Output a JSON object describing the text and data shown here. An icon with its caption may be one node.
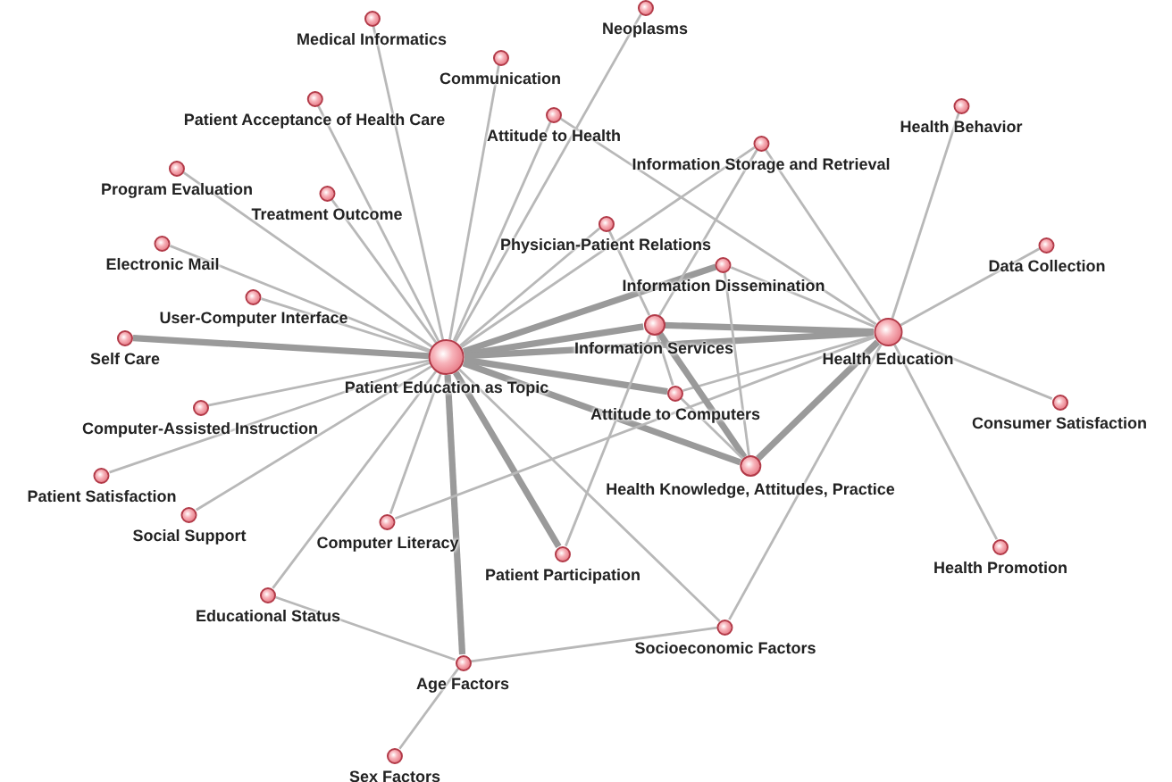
{
  "diagram": {
    "nodes": [
      {
        "text": [
          "Neoplasms"
        ]
      },
      {
        "text": [
          "Medical Informatics"
        ]
      },
      {
        "text": [
          "Communication"
        ]
      },
      {
        "text": [
          "Patient Acceptance of Health Care"
        ]
      },
      {
        "text": [
          "Health Behavior"
        ]
      },
      {
        "text": [
          "Attitude to Health"
        ]
      },
      {
        "text": [
          "Information Storage and Retrieval"
        ]
      },
      {
        "text": [
          "Program Evaluation"
        ]
      },
      {
        "text": [
          "Treatment Outcome"
        ]
      },
      {
        "text": [
          "Physician-Patient Relations"
        ]
      },
      {
        "text": [
          "Electronic Mail"
        ]
      },
      {
        "text": [
          "Data Collection"
        ]
      },
      {
        "text": [
          "Information Dissemination"
        ]
      },
      {
        "text": [
          "User-Computer Interface"
        ]
      },
      {
        "text": [
          "Information Services"
        ]
      },
      {
        "text": [
          "Health Education"
        ]
      },
      {
        "text": [
          "Self Care"
        ]
      },
      {
        "text": [
          "Patient Education as Topic"
        ]
      },
      {
        "text": [
          "Attitude to Computers"
        ]
      },
      {
        "text": [
          "Consumer Satisfaction"
        ]
      },
      {
        "text": [
          "Computer-Assisted Instruction"
        ]
      },
      {
        "text": [
          "Health Knowledge, Attitudes, Practice"
        ]
      },
      {
        "text": [
          "Patient Satisfaction"
        ]
      },
      {
        "text": [
          "Social Support"
        ]
      },
      {
        "text": [
          "Computer Literacy"
        ]
      },
      {
        "text": [
          "Health Promotion"
        ]
      },
      {
        "text": [
          "Patient Participation"
        ]
      },
      {
        "text": [
          "Educational Status"
        ]
      },
      {
        "text": [
          "Socioeconomic Factors"
        ]
      },
      {
        "text": [
          "Age Factors"
        ]
      },
      {
        "text": [
          "Sex Factors"
        ]
      }
    ],
    "edges": [
      {
        "from": 17,
        "to": 1,
        "arrow": "none"
      },
      {
        "from": 17,
        "to": 2,
        "arrow": "none"
      },
      {
        "from": 17,
        "to": 3,
        "arrow": "none"
      },
      {
        "from": 17,
        "to": 5,
        "arrow": "none"
      },
      {
        "from": 17,
        "to": 0,
        "arrow": "none"
      },
      {
        "from": 17,
        "to": 7,
        "arrow": "none"
      },
      {
        "from": 17,
        "to": 8,
        "arrow": "none"
      },
      {
        "from": 17,
        "to": 10,
        "arrow": "none"
      },
      {
        "from": 17,
        "to": 13,
        "arrow": "none"
      },
      {
        "from": 17,
        "to": 16,
        "arrow": "none",
        "style": "thick"
      },
      {
        "from": 17,
        "to": 20,
        "arrow": "none"
      },
      {
        "from": 17,
        "to": 22,
        "arrow": "none"
      },
      {
        "from": 17,
        "to": 23,
        "arrow": "none"
      },
      {
        "from": 17,
        "to": 24,
        "arrow": "none"
      },
      {
        "from": 17,
        "to": 27,
        "arrow": "none"
      },
      {
        "from": 17,
        "to": 29,
        "arrow": "none",
        "style": "thick"
      },
      {
        "from": 17,
        "to": 26,
        "arrow": "none",
        "style": "thick"
      },
      {
        "from": 17,
        "to": 9,
        "arrow": "none"
      },
      {
        "from": 17,
        "to": 6,
        "arrow": "none"
      },
      {
        "from": 17,
        "to": 12,
        "arrow": "none",
        "style": "thick"
      },
      {
        "from": 17,
        "to": 14,
        "arrow": "none",
        "style": "thick"
      },
      {
        "from": 17,
        "to": 15,
        "arrow": "none",
        "style": "thick"
      },
      {
        "from": 17,
        "to": 18,
        "arrow": "none",
        "style": "thick"
      },
      {
        "from": 17,
        "to": 21,
        "arrow": "none",
        "style": "thick"
      },
      {
        "from": 17,
        "to": 28,
        "arrow": "none"
      },
      {
        "from": 15,
        "to": 4,
        "arrow": "none"
      },
      {
        "from": 15,
        "to": 11,
        "arrow": "none"
      },
      {
        "from": 15,
        "to": 19,
        "arrow": "none"
      },
      {
        "from": 15,
        "to": 25,
        "arrow": "none"
      },
      {
        "from": 15,
        "to": 6,
        "arrow": "none"
      },
      {
        "from": 15,
        "to": 14,
        "arrow": "none",
        "style": "thick"
      },
      {
        "from": 15,
        "to": 12,
        "arrow": "none"
      },
      {
        "from": 15,
        "to": 5,
        "arrow": "none"
      },
      {
        "from": 15,
        "to": 21,
        "arrow": "none",
        "style": "thick"
      },
      {
        "from": 15,
        "to": 24,
        "arrow": "none"
      },
      {
        "from": 15,
        "to": 28,
        "arrow": "none"
      },
      {
        "from": 15,
        "to": 18,
        "arrow": "none"
      },
      {
        "from": 14,
        "to": 9,
        "arrow": "none"
      },
      {
        "from": 14,
        "to": 6,
        "arrow": "none"
      },
      {
        "from": 14,
        "to": 21,
        "arrow": "none",
        "style": "thick"
      },
      {
        "from": 14,
        "to": 18,
        "arrow": "none"
      },
      {
        "from": 14,
        "to": 26,
        "arrow": "none"
      },
      {
        "from": 12,
        "to": 21,
        "arrow": "none"
      },
      {
        "from": 18,
        "to": 21,
        "arrow": "none"
      },
      {
        "from": 29,
        "to": 28,
        "arrow": "none"
      },
      {
        "from": 29,
        "to": 27,
        "arrow": "none"
      },
      {
        "from": 29,
        "to": 30,
        "arrow": "none"
      }
    ]
  }
}
